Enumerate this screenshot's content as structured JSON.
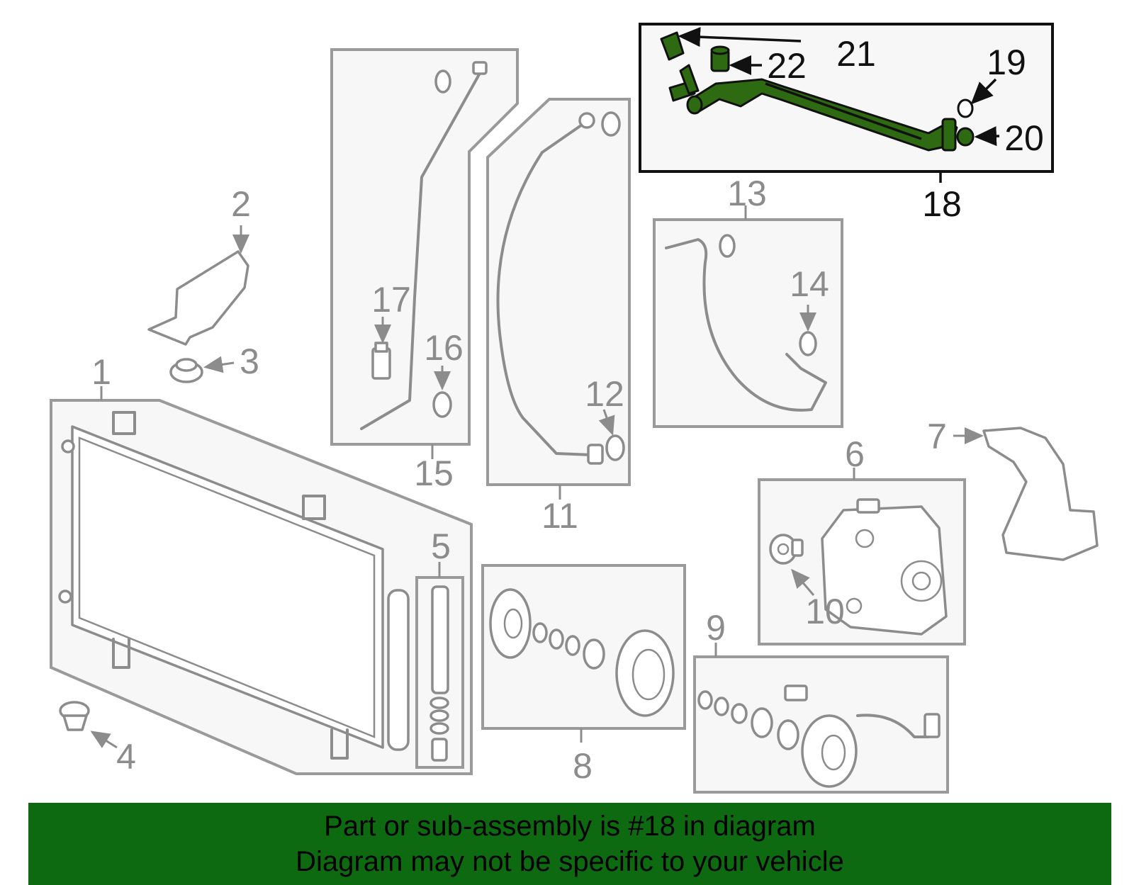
{
  "callouts": {
    "n1": "1",
    "n2": "2",
    "n3": "3",
    "n4": "4",
    "n5": "5",
    "n6": "6",
    "n7": "7",
    "n8": "8",
    "n9": "9",
    "n10": "10",
    "n11": "11",
    "n12": "12",
    "n13": "13",
    "n14": "14",
    "n15": "15",
    "n16": "16",
    "n17": "17",
    "n18": "18",
    "n19": "19",
    "n20": "20",
    "n21": "21",
    "n22": "22"
  },
  "highlight_color": "#2e6a12",
  "banner": {
    "background": "#0d6a10",
    "line1": "Part or sub-assembly is #18 in diagram",
    "line2": "Diagram may not be specific to your vehicle"
  }
}
